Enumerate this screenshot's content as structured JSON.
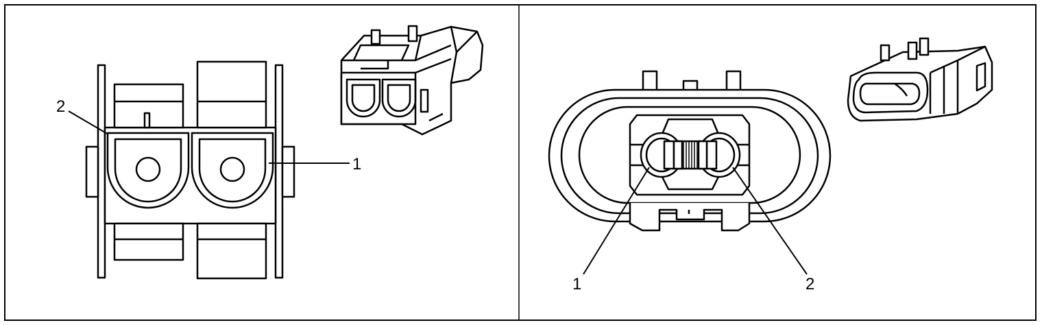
{
  "left_panel": {
    "callouts": [
      {
        "label": "2",
        "points_to": "cavity-2"
      },
      {
        "label": "1",
        "points_to": "cavity-1"
      }
    ]
  },
  "right_panel": {
    "callouts": [
      {
        "label": "1",
        "points_to": "terminal-1"
      },
      {
        "label": "2",
        "points_to": "terminal-2"
      }
    ]
  }
}
